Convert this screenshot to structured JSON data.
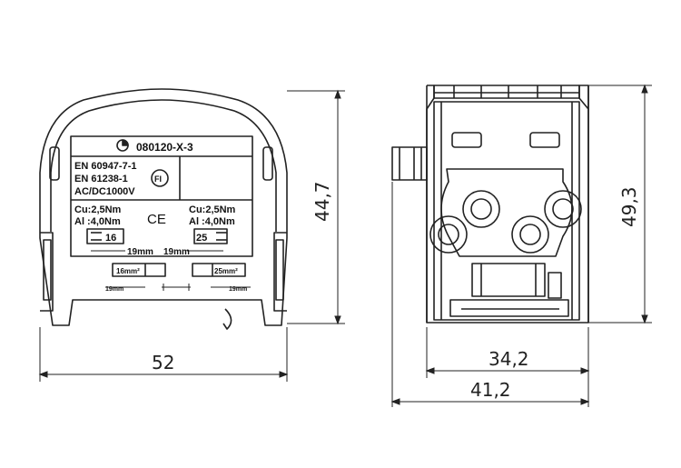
{
  "front_view": {
    "part_number": "080120-X-3",
    "standard_1": "EN 60947-7-1",
    "standard_2": "EN 61238-1",
    "rating": "AC/DC1000V",
    "torque_cu_left": "Cu:2,5Nm",
    "torque_al_left": "Al :4,0Nm",
    "torque_cu_right": "Cu:2,5Nm",
    "torque_al_right": "Al :4,0Nm",
    "ce_mark": "CE",
    "cert_mark": "FI",
    "section_left": "16",
    "section_right": "25",
    "section_sup": "□",
    "strip_left": "19mm",
    "strip_right": "19mm",
    "bottom_left_label": "16mm²",
    "bottom_right_label": "25mm²",
    "bottom_strip_left": "19mm",
    "bottom_strip_right": "19mm"
  },
  "dimensions": {
    "front_width": "52",
    "front_height": "44,7",
    "side_inner_width": "34,2",
    "side_total_width": "41,2",
    "side_height": "49,3"
  }
}
